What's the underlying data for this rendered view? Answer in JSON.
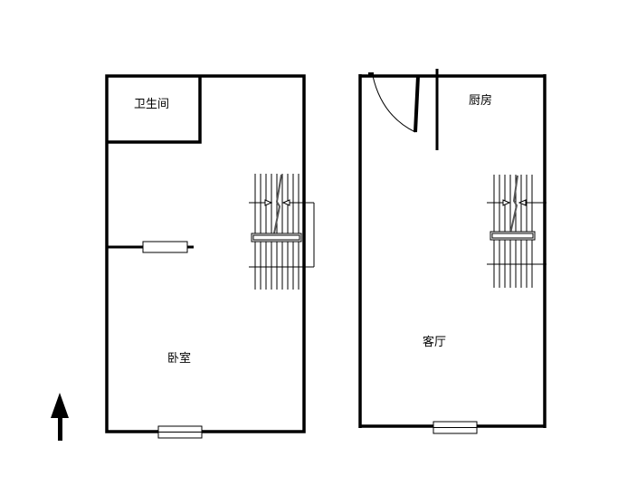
{
  "plan": {
    "colors": {
      "wall": "#000000",
      "background": "#ffffff",
      "stair_rail": "#555555"
    },
    "rooms": {
      "bathroom": "卫生间",
      "bedroom": "卧室",
      "kitchen": "厨房",
      "living_room": "客厅"
    },
    "compass": {
      "direction": "north",
      "icon": "north-arrow-icon"
    }
  }
}
